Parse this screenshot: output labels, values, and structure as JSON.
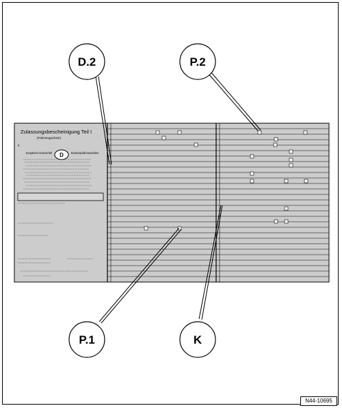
{
  "form": {
    "title": "Zulassungsbescheinigung Teil I",
    "subtitle": "(Fahrzeugschein)",
    "country_left": "Europäische Gemeinschaft",
    "country_code": "D",
    "country_right": "Bundesrepublik Deutschland",
    "row_marker": "II"
  },
  "callouts": [
    {
      "id": "d2",
      "label": "D.2"
    },
    {
      "id": "p2",
      "label": "P.2"
    },
    {
      "id": "p1",
      "label": "P.1"
    },
    {
      "id": "k",
      "label": "K"
    }
  ],
  "figure_id": "N44-10695",
  "colors": {
    "form_fill": "#cccccc",
    "line": "#000000",
    "background": "#ffffff"
  }
}
